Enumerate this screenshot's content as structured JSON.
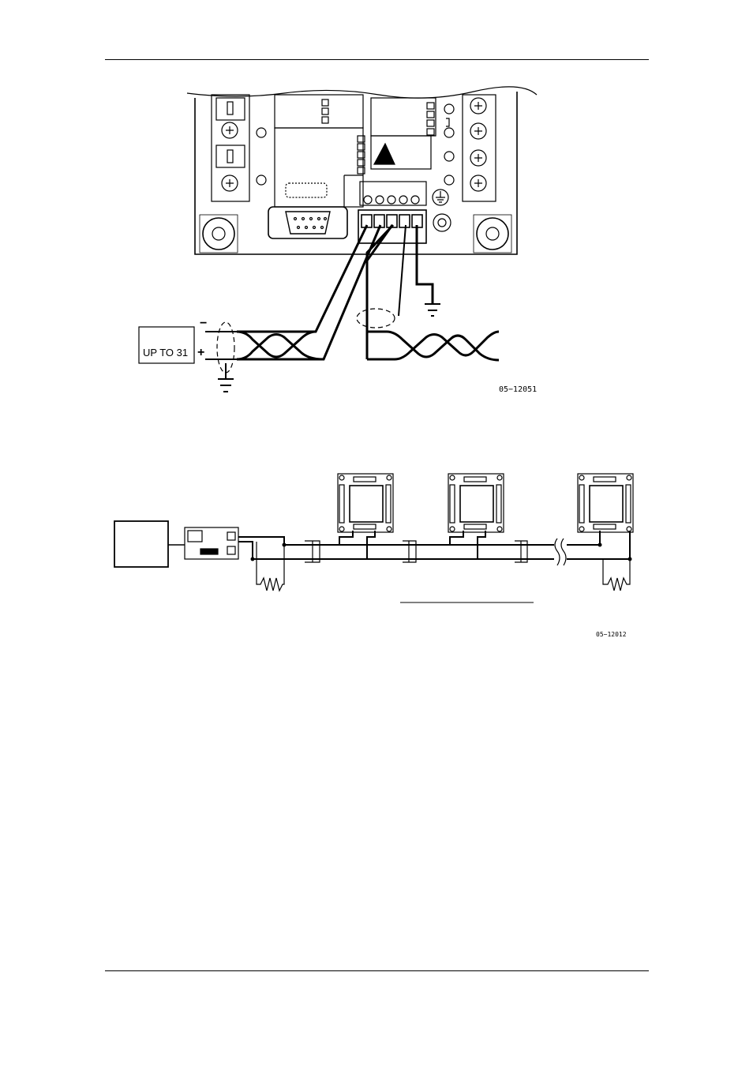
{
  "figure1": {
    "device_label": "UP TO 31",
    "minus_sign": "−",
    "plus_sign": "+",
    "figure_code": "05−12051"
  },
  "figure2": {
    "figure_code": "05−12012"
  }
}
